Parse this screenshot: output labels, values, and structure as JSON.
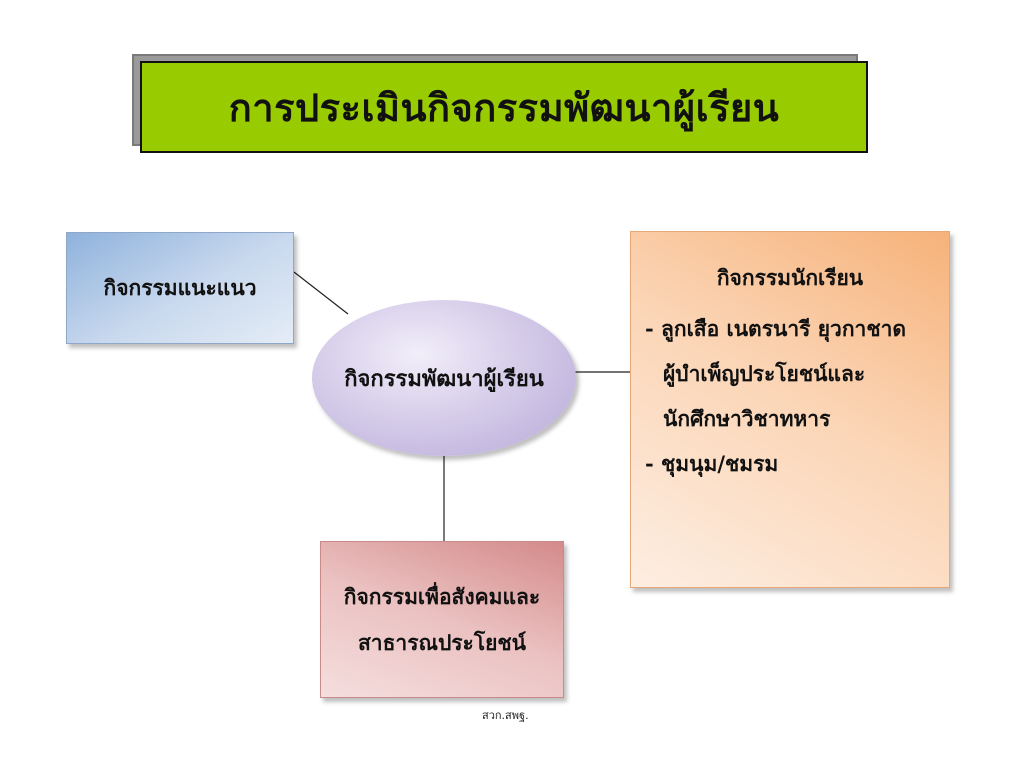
{
  "title": "การประเมินกิจกรรมพัฒนาผู้เรียน",
  "center_node": "กิจกรรมพัฒนาผู้เรียน",
  "guidance_box": "กิจกรรมแนะแนว",
  "student_box": {
    "heading": "กิจกรรมนักเรียน",
    "line1": "- ลูกเสือ เนตรนารี ยุวกาชาด",
    "line2": "ผู้บำเพ็ญประโยชน์และ",
    "line3": "นักศึกษาวิชาทหาร",
    "line4": "- ชุมนุม/ชมรม"
  },
  "social_box": {
    "line1": "กิจกรรมเพื่อสังคมและ",
    "line2": "สาธารณประโยชน์"
  },
  "footer": "สวก.สพฐ.",
  "colors": {
    "title_fill": "#99cc00",
    "guidance_fill": "#b9cde8",
    "student_fill": "#fbd4b4",
    "social_fill": "#ebc1c1",
    "ellipse_fill": "#d6cdea"
  }
}
